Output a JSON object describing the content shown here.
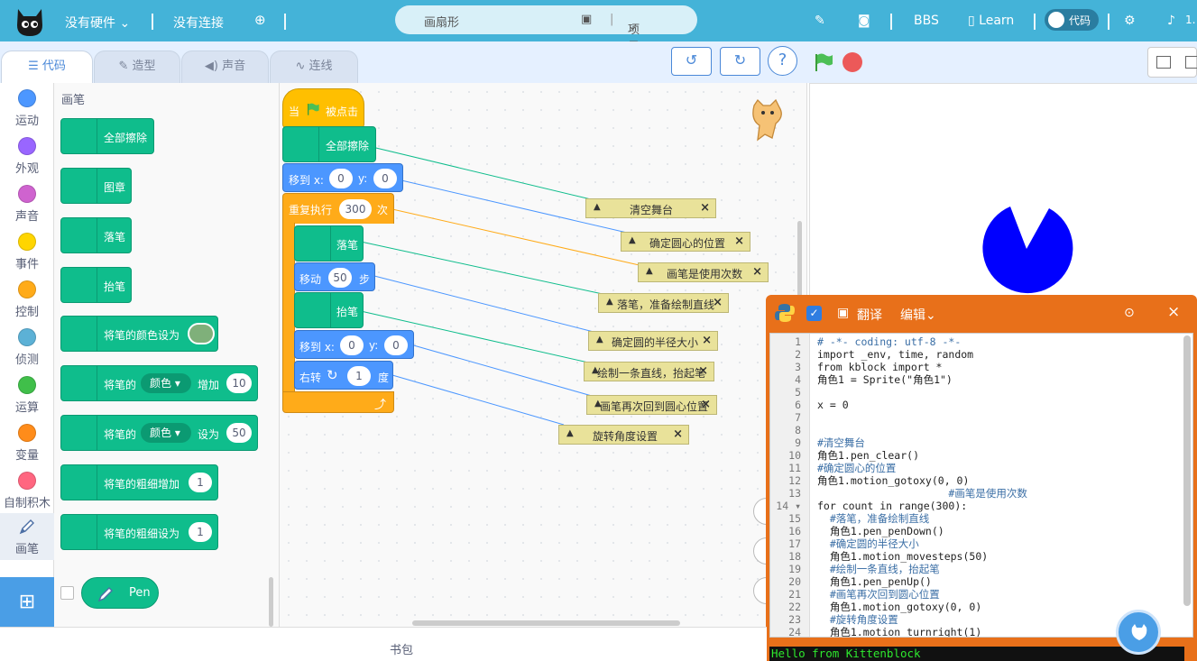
{
  "topbar": {
    "hardware_label": "没有硬件",
    "connect_label": "没有连接",
    "project_name": "画扇形",
    "project_menu": "项目",
    "bbs_label": "BBS",
    "learn_label": "Learn",
    "code_toggle_label": "代码",
    "version_partial": "1."
  },
  "tabs": [
    {
      "label": "代码"
    },
    {
      "label": "造型"
    },
    {
      "label": "声音"
    },
    {
      "label": "连线"
    }
  ],
  "categories": [
    {
      "label": "运动",
      "color": "#4c97ff"
    },
    {
      "label": "外观",
      "color": "#9966ff"
    },
    {
      "label": "声音",
      "color": "#cf63cf"
    },
    {
      "label": "事件",
      "color": "#ffd500"
    },
    {
      "label": "控制",
      "color": "#ffab19"
    },
    {
      "label": "侦测",
      "color": "#5cb1d6"
    },
    {
      "label": "运算",
      "color": "#40bf4a"
    },
    {
      "label": "变量",
      "color": "#ff8c1a"
    },
    {
      "label": "自制积木",
      "color": "#ff6680"
    },
    {
      "label": "画笔",
      "color": "#0fbd8c"
    }
  ],
  "palette": {
    "title": "画笔",
    "clear": "全部擦除",
    "stamp": "图章",
    "pen_down": "落笔",
    "pen_up": "抬笔",
    "set_color_to": "将笔的颜色设为",
    "change_param_prefix": "将笔的",
    "param_color": "颜色",
    "change_by": "增加",
    "change_value": "10",
    "set_to": "设为",
    "set_value": "50",
    "change_size": "将笔的粗细增加",
    "change_size_value": "1",
    "set_size": "将笔的粗细设为",
    "set_size_value": "1",
    "extension_label": "Pen"
  },
  "script": {
    "when_label": "当",
    "clicked_label": "被点击",
    "clear": "全部擦除",
    "goto_label": "移到 x:",
    "y_label": "y:",
    "goto_x": "0",
    "goto_y": "0",
    "repeat_label": "重复执行",
    "repeat_count": "300",
    "times_label": "次",
    "pen_down": "落笔",
    "move_label": "移动",
    "move_steps": "50",
    "steps_label": "步",
    "pen_up": "抬笔",
    "goto2_x": "0",
    "goto2_y": "0",
    "turn_label": "右转",
    "turn_degrees": "1",
    "degrees_label": "度"
  },
  "comments": [
    {
      "text": "清空舞台"
    },
    {
      "text": "确定圆心的位置"
    },
    {
      "text": "画笔是使用次数"
    },
    {
      "text": "落笔，准备绘制直线"
    },
    {
      "text": "确定圆的半径大小"
    },
    {
      "text": "绘制一条直线，抬起笔"
    },
    {
      "text": "画笔再次回到圆心位置"
    },
    {
      "text": "旋转角度设置"
    }
  ],
  "codewin": {
    "translate_label": "翻译",
    "edit_label": "编辑",
    "lines": [
      {
        "n": "1",
        "text": "# -*- coding: utf-8 -*-",
        "comment": true
      },
      {
        "n": "2",
        "text": "import _env, time, random",
        "comment": false
      },
      {
        "n": "3",
        "text": "from kblock import *",
        "comment": false
      },
      {
        "n": "4",
        "text": "角色1 = Sprite(\"角色1\")",
        "comment": false
      },
      {
        "n": "5",
        "text": "",
        "comment": false
      },
      {
        "n": "6",
        "text": "x = 0",
        "comment": false
      },
      {
        "n": "7",
        "text": "",
        "comment": false
      },
      {
        "n": "8",
        "text": "",
        "comment": false
      },
      {
        "n": "9",
        "text": "#清空舞台",
        "comment": true
      },
      {
        "n": "10",
        "text": "角色1.pen_clear()",
        "comment": false
      },
      {
        "n": "11",
        "text": "#确定圆心的位置",
        "comment": true
      },
      {
        "n": "12",
        "text": "角色1.motion_gotoxy(0, 0)",
        "comment": false
      },
      {
        "n": "13",
        "text": "                     #画笔是使用次数",
        "comment": true
      },
      {
        "n": "14 ▾",
        "text": "for count in range(300):",
        "comment": false
      },
      {
        "n": "15",
        "text": "  #落笔，准备绘制直线",
        "comment": true
      },
      {
        "n": "16",
        "text": "  角色1.pen_penDown()",
        "comment": false
      },
      {
        "n": "17",
        "text": "  #确定圆的半径大小",
        "comment": true
      },
      {
        "n": "18",
        "text": "  角色1.motion_movesteps(50)",
        "comment": false
      },
      {
        "n": "19",
        "text": "  #绘制一条直线，抬起笔",
        "comment": true
      },
      {
        "n": "20",
        "text": "  角色1.pen_penUp()",
        "comment": false
      },
      {
        "n": "21",
        "text": "  #画笔再次回到圆心位置",
        "comment": true
      },
      {
        "n": "22",
        "text": "  角色1.motion_gotoxy(0, 0)",
        "comment": false
      },
      {
        "n": "23",
        "text": "  #旋转角度设置",
        "comment": true
      },
      {
        "n": "24",
        "text": "  角色1.motion_turnright(1)",
        "comment": false
      },
      {
        "n": "25",
        "text": "",
        "comment": false
      }
    ],
    "console_output": "Hello from Kittenblock"
  },
  "footer": {
    "backpack_label": "书包"
  },
  "colors": {
    "topbar": "#44b3d8",
    "pen": "#0fbd8c",
    "motion": "#4c97ff",
    "control": "#ffab19",
    "event": "#ffbf00",
    "codewin": "#e8701a",
    "stage_shape": "#0000ff"
  }
}
